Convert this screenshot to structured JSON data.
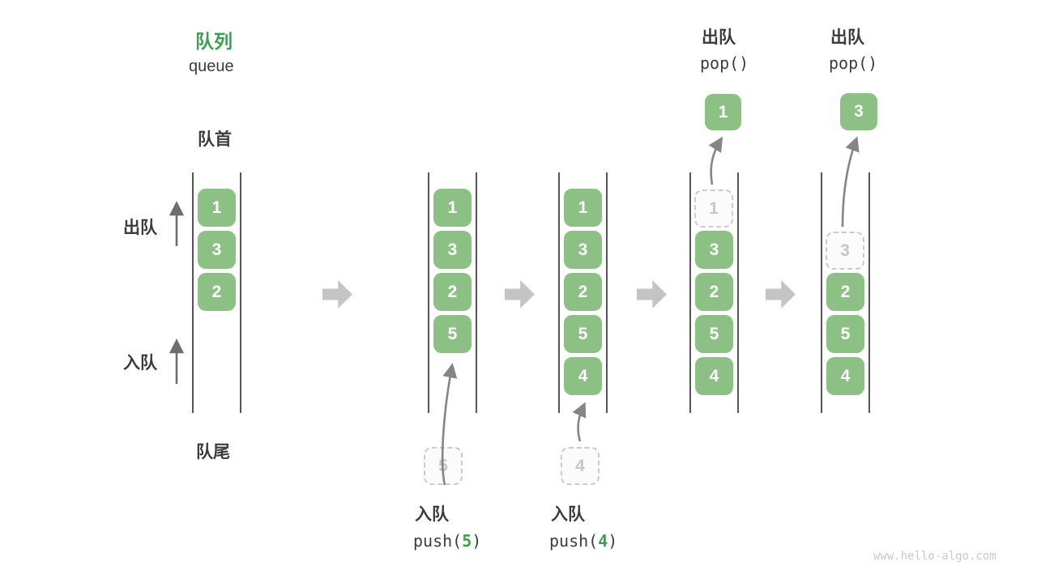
{
  "title": {
    "zh": "队列",
    "en": "queue"
  },
  "side_labels": {
    "front": "队首",
    "rear": "队尾",
    "dequeue": "出队",
    "enqueue": "入队"
  },
  "watermark": "www.hello-algo.com",
  "colors": {
    "box_green": "#8CC084",
    "title_green": "#3DA04F",
    "block_arrow_gray": "#C4C4C4",
    "wall_dark": "#555555",
    "text_dark": "#3C3C3C",
    "dash_gray": "#CBCBCB"
  },
  "states": [
    {
      "name": "initial",
      "slots": [
        "1",
        "3",
        "2"
      ]
    },
    {
      "name": "after-push-5",
      "slots": [
        "1",
        "3",
        "2",
        "5"
      ],
      "staged": "5",
      "op_zh": "入队",
      "op_fn": "push(",
      "op_arg": "5",
      "op_close": ")"
    },
    {
      "name": "after-push-4",
      "slots": [
        "1",
        "3",
        "2",
        "5",
        "4"
      ],
      "staged": "4",
      "op_zh": "入队",
      "op_fn": "push(",
      "op_arg": "4",
      "op_close": ")"
    },
    {
      "name": "after-pop-1",
      "slots": [
        "3",
        "2",
        "5",
        "4"
      ],
      "removed": "1",
      "popped": "1",
      "op_zh": "出队",
      "op_code": "pop()"
    },
    {
      "name": "after-pop-3",
      "slots": [
        "2",
        "5",
        "4"
      ],
      "removed": "3",
      "popped": "3",
      "op_zh": "出队",
      "op_code": "pop()"
    }
  ]
}
